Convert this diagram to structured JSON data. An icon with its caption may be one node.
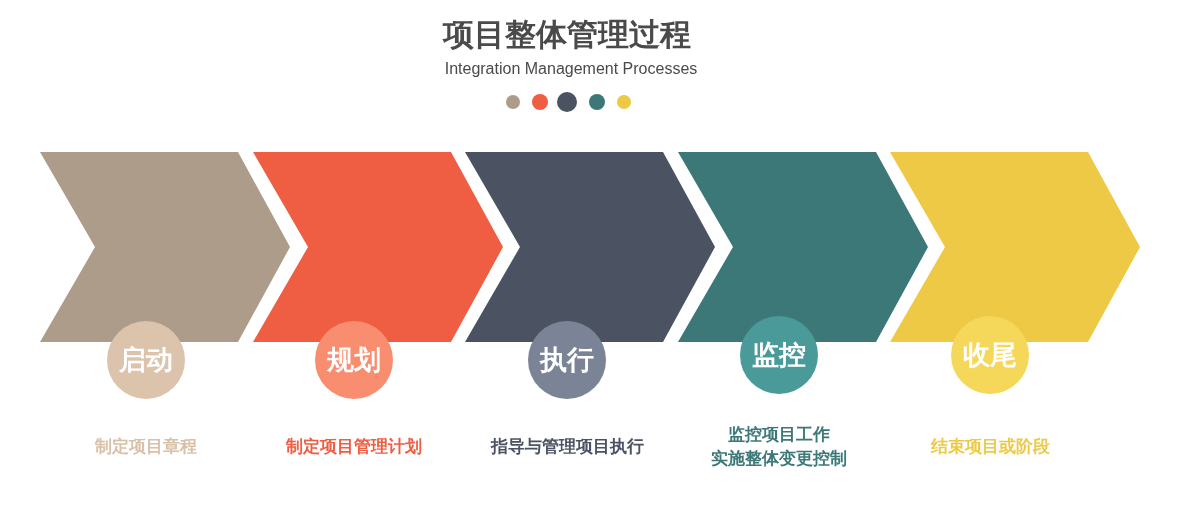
{
  "diagram": {
    "title": "项目整体管理过程",
    "caption": "Integration Management Processes",
    "nodes": [
      {
        "text": [],
        "shape": "chevron"
      },
      {
        "text": [],
        "shape": "chevron"
      },
      {
        "text": [],
        "shape": "chevron"
      },
      {
        "text": [],
        "shape": "chevron"
      },
      {
        "text": [],
        "shape": "chevron"
      },
      {
        "text": [
          "启动"
        ],
        "beside": [
          "制定项目章程"
        ]
      },
      {
        "text": [
          "规划"
        ],
        "beside": [
          "制定项目管理计划"
        ]
      },
      {
        "text": [
          "执行"
        ],
        "beside": [
          "指导与管理项目执行"
        ]
      },
      {
        "text": [
          "监控"
        ],
        "beside": [
          "监控项目工作",
          "实施整体变更控制"
        ]
      },
      {
        "text": [
          "收尾"
        ],
        "beside": [
          "结束项目或阶段"
        ]
      }
    ]
  }
}
